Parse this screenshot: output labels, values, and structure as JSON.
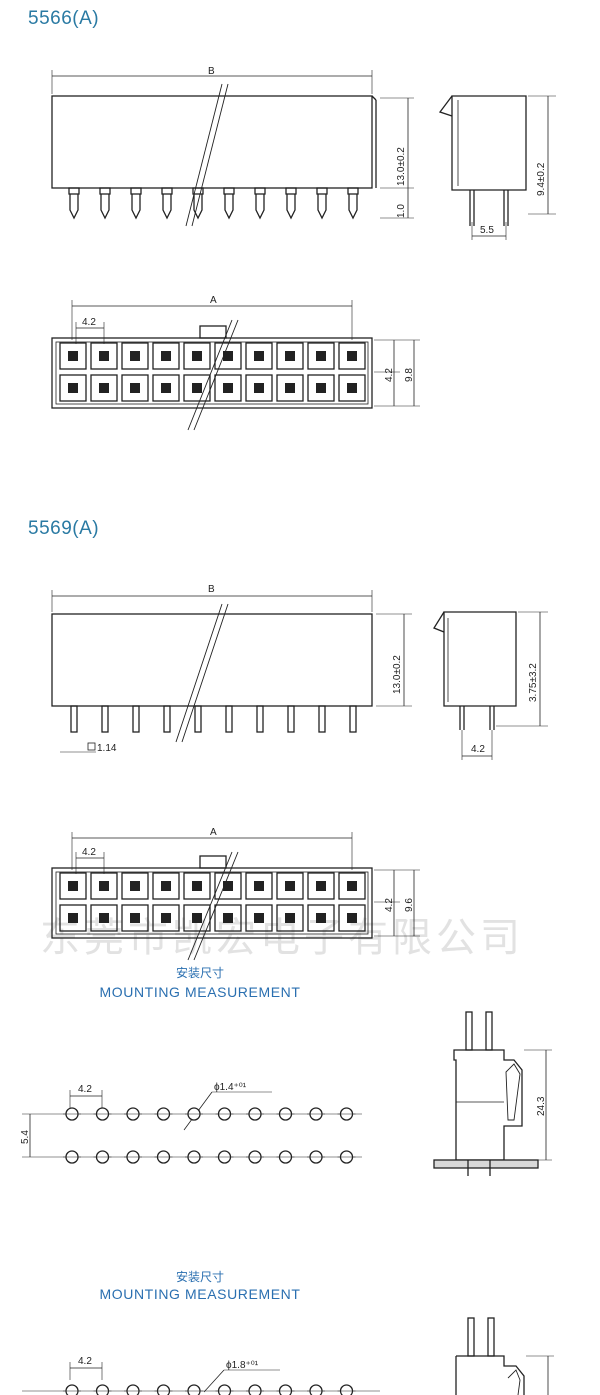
{
  "section_5566": {
    "title": "5566(A)",
    "dims": {
      "b": "B",
      "height": "13.0±0.2",
      "pin": "1.0",
      "side_height": "9.4±0.2",
      "side_pitch": "5.5",
      "a": "A",
      "pitch": "4.2",
      "row": "4.2",
      "depth": "9.8"
    }
  },
  "section_5569": {
    "title": "5569(A)",
    "dims": {
      "b": "B",
      "height": "13.0±0.2",
      "pin_sq": "1.14",
      "side_height": "3.75±3.2",
      "side_pitch": "4.2",
      "a": "A",
      "pitch": "4.2",
      "row": "4.2",
      "depth": "9.6"
    }
  },
  "watermark": "东莞市凯宏电子有限公司",
  "mount1": {
    "cn": "安装尺寸",
    "en": "MOUNTING MEASUREMENT",
    "pitch": "4.2",
    "hole": "ϕ1.4⁺⁰¹",
    "row": "5.4",
    "height": "24.3"
  },
  "mount2": {
    "cn": "安装尺寸",
    "en": "MOUNTING MEASUREMENT",
    "pitch": "4.2",
    "hole": "ϕ1.8⁺⁰¹"
  },
  "colors": {
    "title": "#2a7aa3",
    "mount_label": "#2a6fb0",
    "line": "#222222"
  }
}
